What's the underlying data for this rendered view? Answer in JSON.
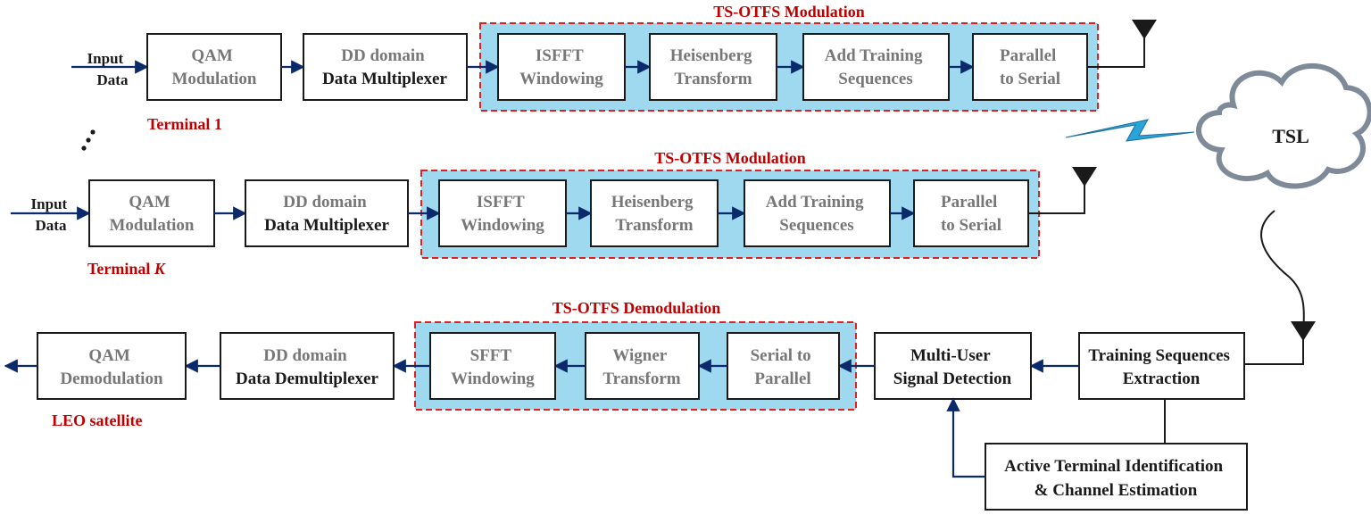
{
  "terminal1": {
    "input": [
      "Input",
      "Data"
    ],
    "qam": [
      "QAM",
      "Modulation"
    ],
    "dd": [
      "DD domain",
      "Data Multiplexer"
    ],
    "mod_title": "TS-OTFS Modulation",
    "isfft": [
      "ISFFT",
      "Windowing"
    ],
    "heis": [
      "Heisenberg",
      "Transform"
    ],
    "train": [
      "Add Training",
      "Sequences"
    ],
    "p2s": [
      "Parallel",
      "to Serial"
    ],
    "label": "Terminal 1"
  },
  "terminalK": {
    "input": [
      "Input",
      "Data"
    ],
    "qam": [
      "QAM",
      "Modulation"
    ],
    "dd": [
      "DD domain",
      "Data Multiplexer"
    ],
    "mod_title": "TS-OTFS Modulation",
    "isfft": [
      "ISFFT",
      "Windowing"
    ],
    "heis": [
      "Heisenberg",
      "Transform"
    ],
    "train": [
      "Add Training",
      "Sequences"
    ],
    "p2s": [
      "Parallel",
      "to Serial"
    ],
    "label": "Terminal ",
    "label_italic": "K"
  },
  "channel": {
    "label": "TSL"
  },
  "receiver": {
    "extract": [
      "Training Sequences",
      "Extraction"
    ],
    "mud": [
      "Multi-User",
      "Signal Detection"
    ],
    "ati": [
      "Active Terminal Identification",
      "& Channel Estimation"
    ],
    "demod_title": "TS-OTFS Demodulation",
    "s2p": [
      "Serial to",
      "Parallel"
    ],
    "wigner": [
      "Wigner",
      "Transform"
    ],
    "sfft": [
      "SFFT",
      "Windowing"
    ],
    "dd": [
      "DD domain",
      "Data Demultiplexer"
    ],
    "qam": [
      "QAM",
      "Demodulation"
    ],
    "label": "LEO satellite"
  },
  "colors": {
    "module_fill": "#9fd9f0",
    "module_border": "#e02020",
    "arrow": "#0b2a6b",
    "label_red": "#c00000",
    "text_gray": "#777777"
  }
}
